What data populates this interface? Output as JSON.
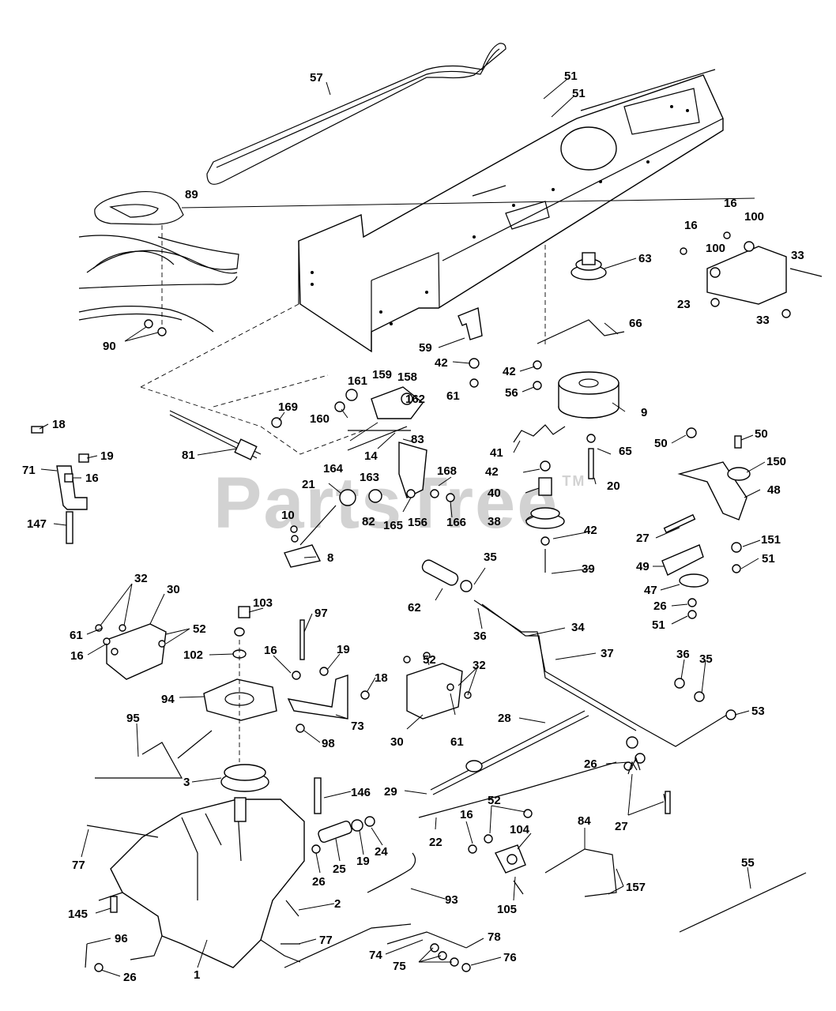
{
  "watermark": "PartsTree",
  "trademark": "TM",
  "callouts": [
    "57",
    "51",
    "51",
    "89",
    "63",
    "16",
    "16",
    "100",
    "100",
    "33",
    "33",
    "23",
    "66",
    "90",
    "59",
    "42",
    "42",
    "61",
    "56",
    "9",
    "18",
    "71",
    "19",
    "16",
    "147",
    "169",
    "161",
    "159",
    "158",
    "160",
    "162",
    "81",
    "164",
    "14",
    "83",
    "163",
    "168",
    "21",
    "82",
    "165",
    "156",
    "166",
    "10",
    "8",
    "41",
    "42",
    "40",
    "38",
    "65",
    "20",
    "42",
    "39",
    "50",
    "50",
    "150",
    "48",
    "27",
    "151",
    "49",
    "51",
    "47",
    "26",
    "51",
    "32",
    "30",
    "61",
    "52",
    "16",
    "103",
    "97",
    "102",
    "16",
    "19",
    "18",
    "94",
    "73",
    "98",
    "62",
    "35",
    "36",
    "34",
    "37",
    "52",
    "32",
    "30",
    "61",
    "36",
    "35",
    "53",
    "28",
    "95",
    "3",
    "146",
    "29",
    "22",
    "26",
    "27",
    "16",
    "52",
    "104",
    "84",
    "77",
    "25",
    "19",
    "24",
    "26",
    "105",
    "157",
    "55",
    "93",
    "2",
    "145",
    "96",
    "77",
    "74",
    "75",
    "78",
    "76",
    "26",
    "1"
  ]
}
